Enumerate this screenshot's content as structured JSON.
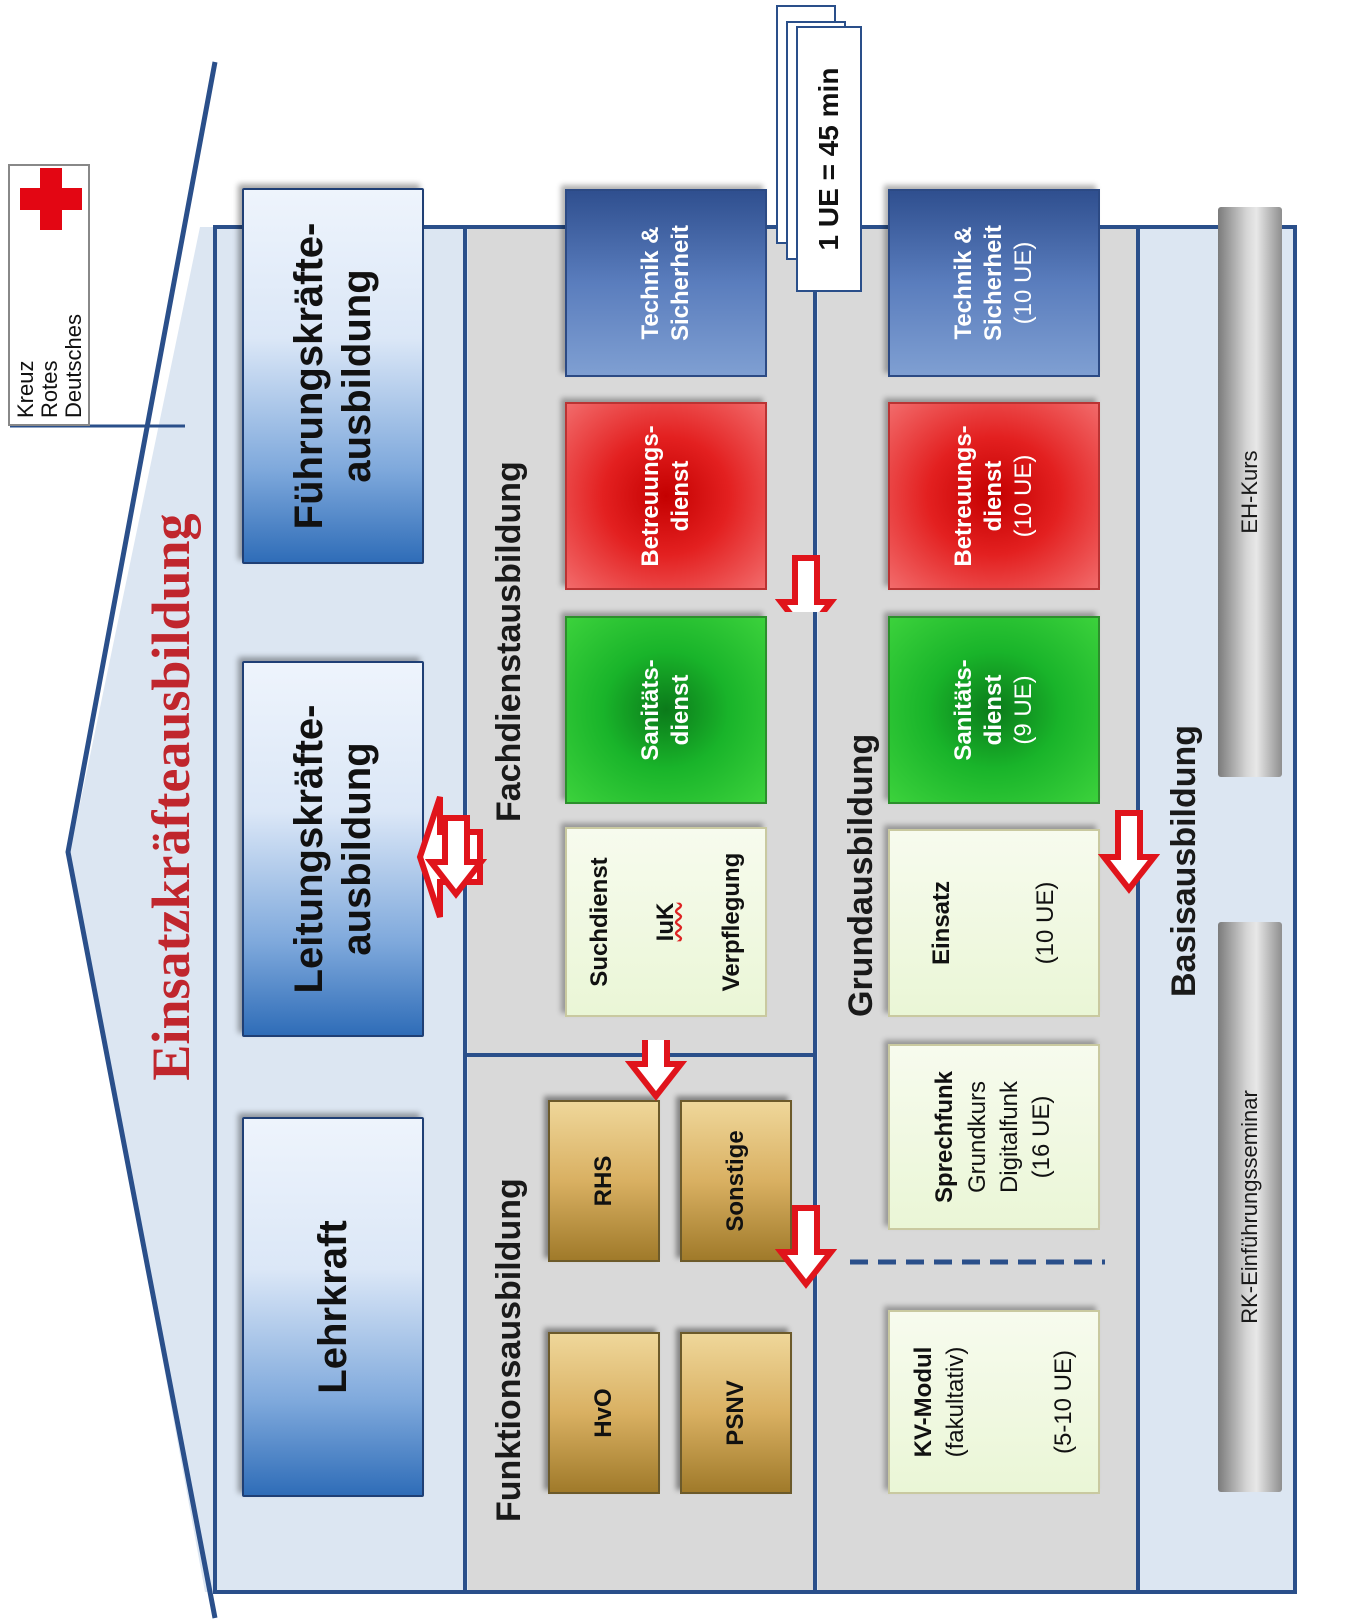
{
  "title": "Einsatzkräfteausbildung",
  "logo": {
    "lines": [
      "Deutsches",
      "Rotes",
      "Kreuz"
    ],
    "cross_color": "#e30613"
  },
  "ue_note": "1 UE = 45 min",
  "leadership": {
    "lehrkraft": "Lehrkraft",
    "leitung": [
      "Leitungskräfte-",
      "ausbildung"
    ],
    "fuehrung": [
      "Führungskräfte-",
      "ausbildung"
    ]
  },
  "funktion": {
    "title": "Funktionsausbildung",
    "items": [
      "HvO",
      "RHS",
      "PSNV",
      "Sonstige"
    ]
  },
  "fachdienst": {
    "title": "Fachdienstausbildung",
    "misc": [
      "Suchdienst",
      "IuK",
      "Verpflegung"
    ],
    "sanitaet": [
      "Sanitäts-",
      "dienst"
    ],
    "betreuung": [
      "Betreuungs-",
      "dienst"
    ],
    "technik": [
      "Technik &",
      "Sicherheit"
    ]
  },
  "grund": {
    "title": "Grundausbildung",
    "kv": {
      "title": "KV-Modul",
      "sub": "(fakultativ)",
      "ue": "(5-10 UE)"
    },
    "sprechfunk": {
      "title": "Sprechfunk",
      "l1": "Grundkurs",
      "l2": "Digitalfunk",
      "ue": "(16 UE)"
    },
    "einsatz": {
      "title": "Einsatz",
      "ue": "(10 UE)"
    },
    "sanitaet": {
      "l1": "Sanitäts-",
      "l2": "dienst",
      "ue": "(9 UE)"
    },
    "betreuung": {
      "l1": "Betreuungs-",
      "l2": "dienst",
      "ue": "(10 UE)"
    },
    "technik": {
      "l1": "Technik &",
      "l2": "Sicherheit",
      "ue": "(10 UE)"
    }
  },
  "basis": {
    "title": "Basisausbildung",
    "items": [
      "RK-Einführungsseminar",
      "EH-Kurs"
    ]
  },
  "colors": {
    "frame": "#2a4f8a",
    "panel": "#dce6f2",
    "inner": "#d9d9d9",
    "title_red": "#c0262d",
    "arrow_red": "#e0141b"
  }
}
